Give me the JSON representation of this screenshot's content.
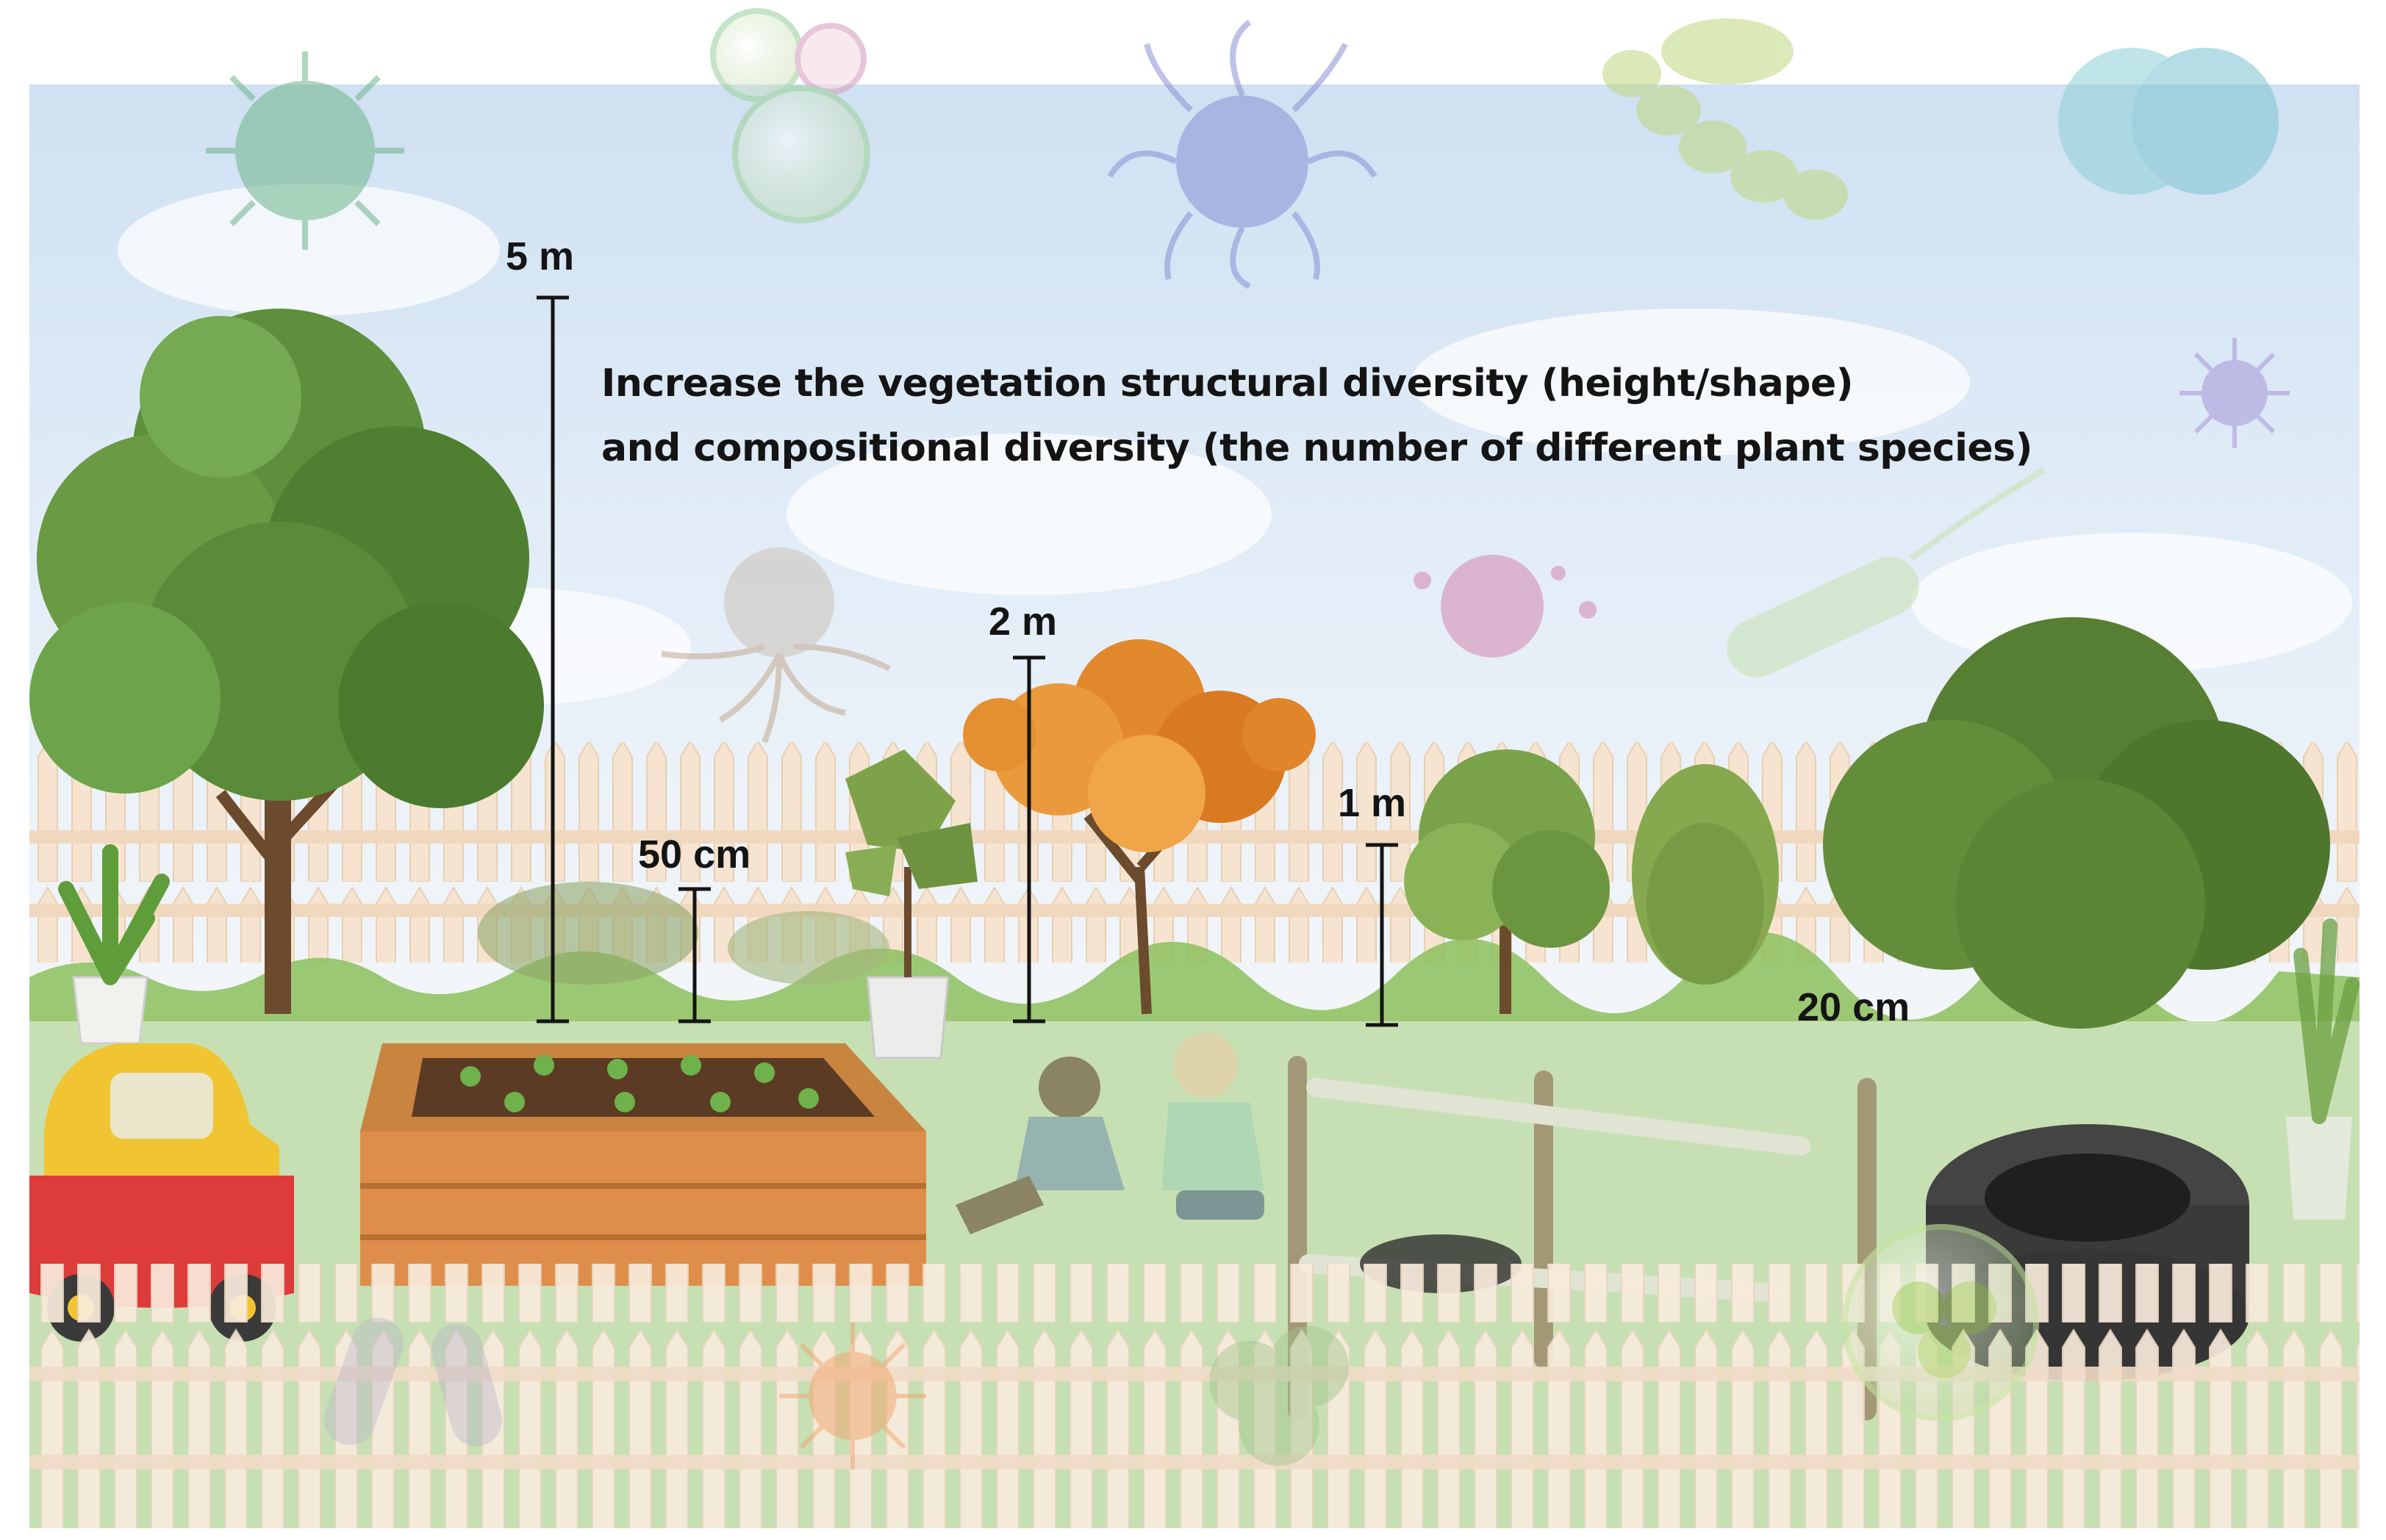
{
  "headline": {
    "line1": "Increase the vegetation structural diversity (height/shape)",
    "line2": "and compositional diversity (the number of different plant species)"
  },
  "height_markers": {
    "tree": "5 m",
    "sapling": "2 m",
    "shrub": "1 m",
    "seedlings": "50 cm",
    "ground_cover": "20 cm"
  },
  "colors": {
    "sky": "#dbe9f5",
    "grass": "#b9d9a6",
    "fence": "#f5e3cf",
    "tree_green": "#5a8a3a",
    "autumn_orange": "#e2882c",
    "planter_wood": "#d98a48",
    "text": "#141414"
  },
  "icons": [
    "virus-icon",
    "bacterium-icon",
    "tree-icon",
    "bush-icon",
    "planter-box-icon",
    "toy-car-icon",
    "tyre-icon",
    "child-icon"
  ]
}
